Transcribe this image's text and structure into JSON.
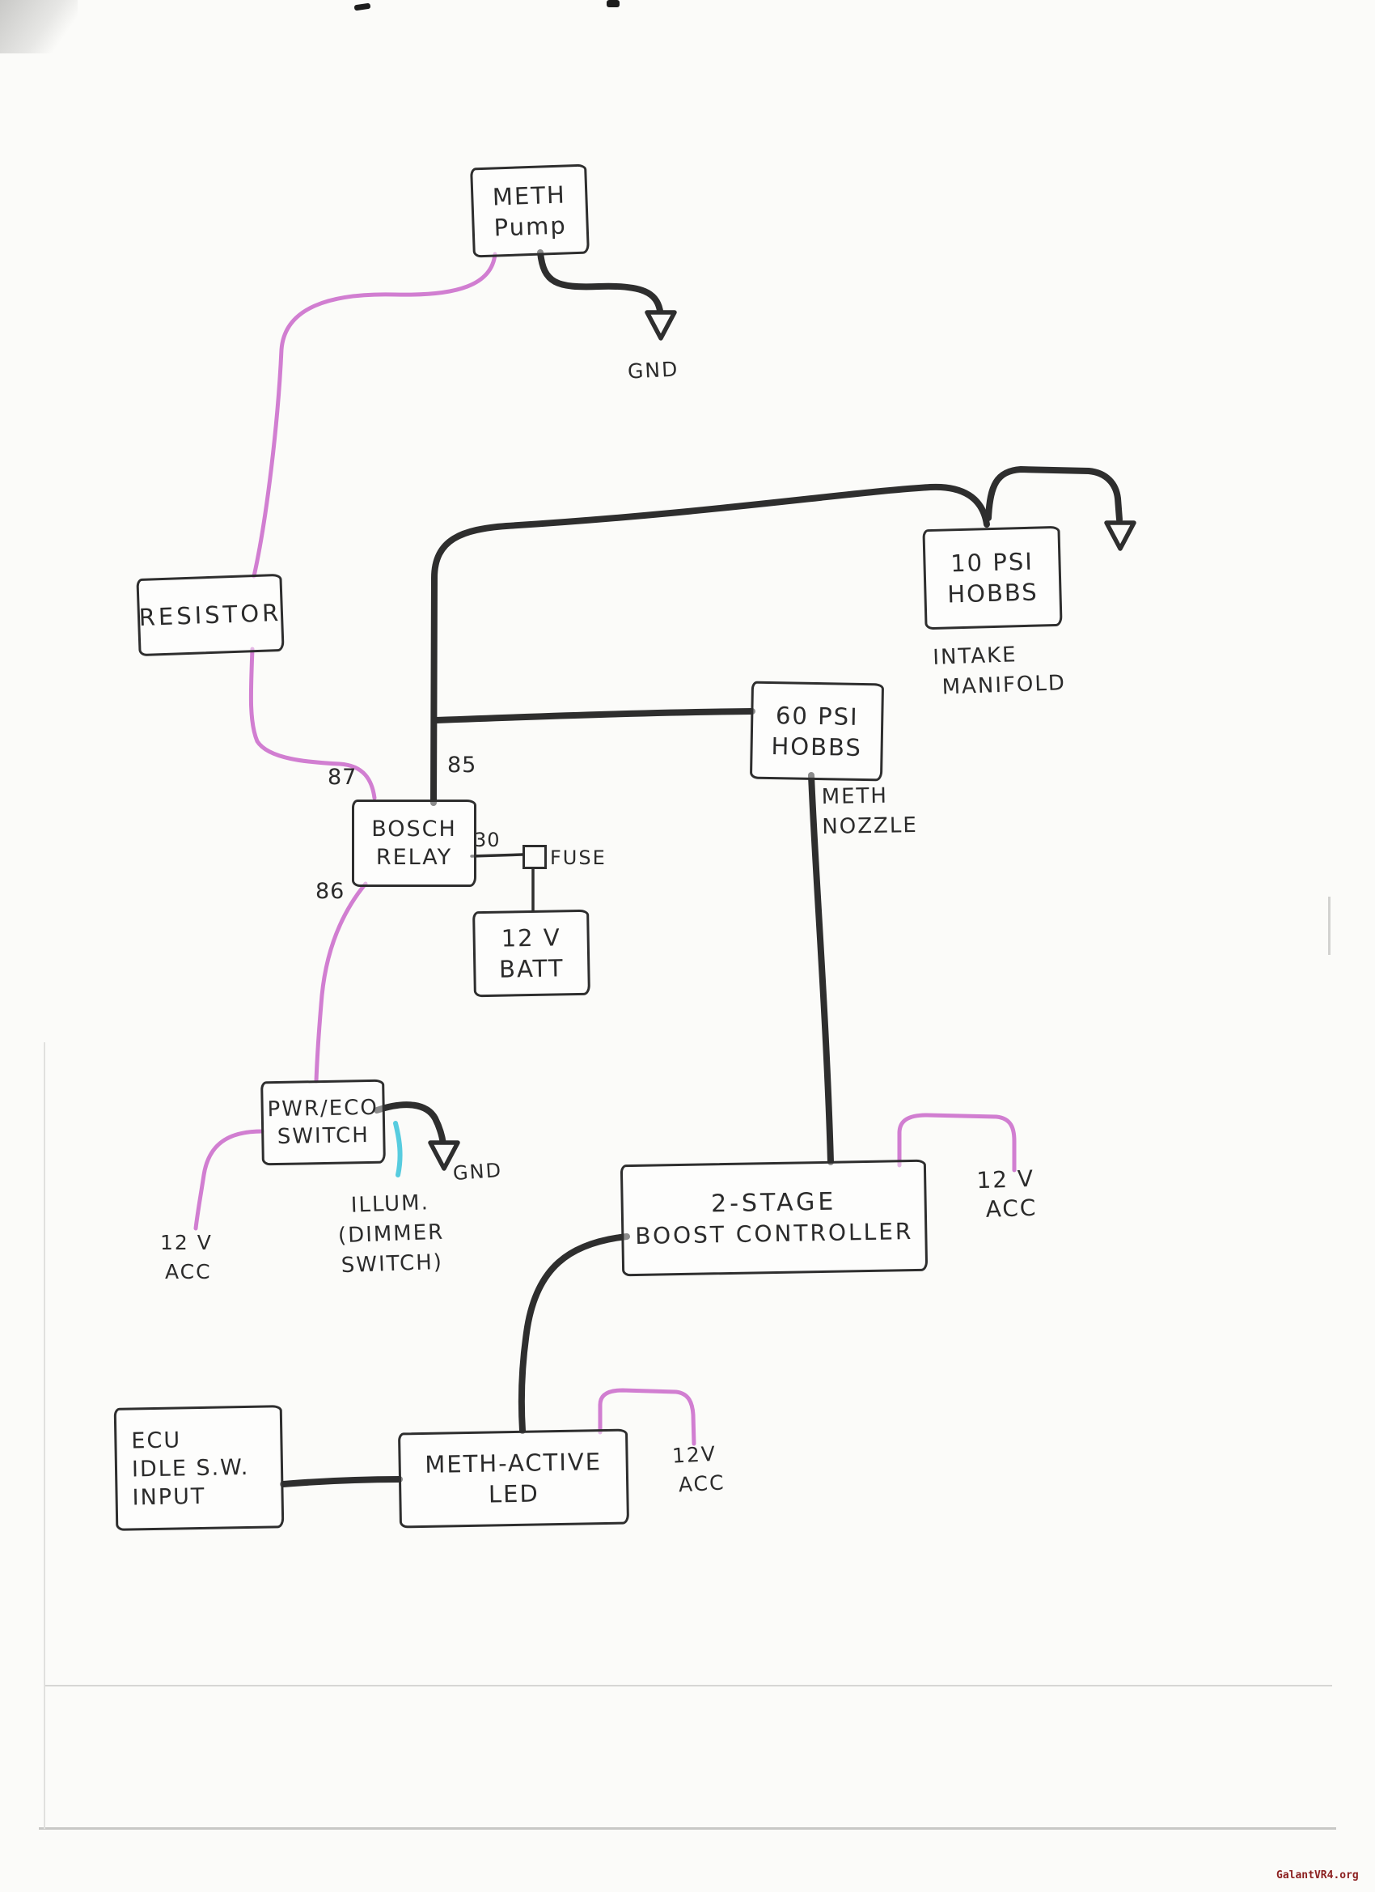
{
  "colors": {
    "ink": "#2e2e2e",
    "wire_black": "#2e2e2e",
    "wire_pink": "#c75fc7",
    "wire_cyan": "#3ac3da",
    "paper": "#fbfbf9",
    "watermark": "#8b1f1f"
  },
  "nodes": {
    "meth_pump": {
      "line1": "METH",
      "line2": "Pump"
    },
    "resistor": {
      "line1": "RESISTOR"
    },
    "bosch_relay": {
      "line1": "BOSCH",
      "line2": "RELAY",
      "pin_87": "87",
      "pin_85": "85",
      "pin_30": "30",
      "pin_86": "86"
    },
    "fuse": {
      "label": "FUSE"
    },
    "battery": {
      "line1": "12 V",
      "line2": "BATT"
    },
    "hobbs_10psi": {
      "line1": "10 PSI",
      "line2": "HOBBS",
      "caption1": "INTAKE",
      "caption2": "MANIFOLD"
    },
    "hobbs_60psi": {
      "line1": "60 PSI",
      "line2": "HOBBS",
      "caption1": "METH",
      "caption2": "NOZZLE"
    },
    "pwr_eco_switch": {
      "line1": "PWR/ECO",
      "line2": "SWITCH"
    },
    "illum_dimmer": {
      "line1": "ILLUM.",
      "line2": "(DIMMER",
      "line3": "SWITCH)"
    },
    "boost_controller": {
      "line1": "2-STAGE",
      "line2": "BOOST CONTROLLER"
    },
    "ecu_input": {
      "line1": "ECU",
      "line2": "IDLE S.W.",
      "line3": "INPUT"
    },
    "meth_active_led": {
      "line1": "METH-ACTIVE",
      "line2": "LED"
    }
  },
  "labels": {
    "gnd_pump": "GND",
    "gnd_switch": "GND",
    "acc_left": {
      "line1": "12 V",
      "line2": "ACC"
    },
    "acc_right": {
      "line1": "12 V",
      "line2": "ACC"
    },
    "acc_led": {
      "line1": "12V",
      "line2": "ACC"
    }
  },
  "page": {
    "watermark": "GalantVR4.org"
  }
}
